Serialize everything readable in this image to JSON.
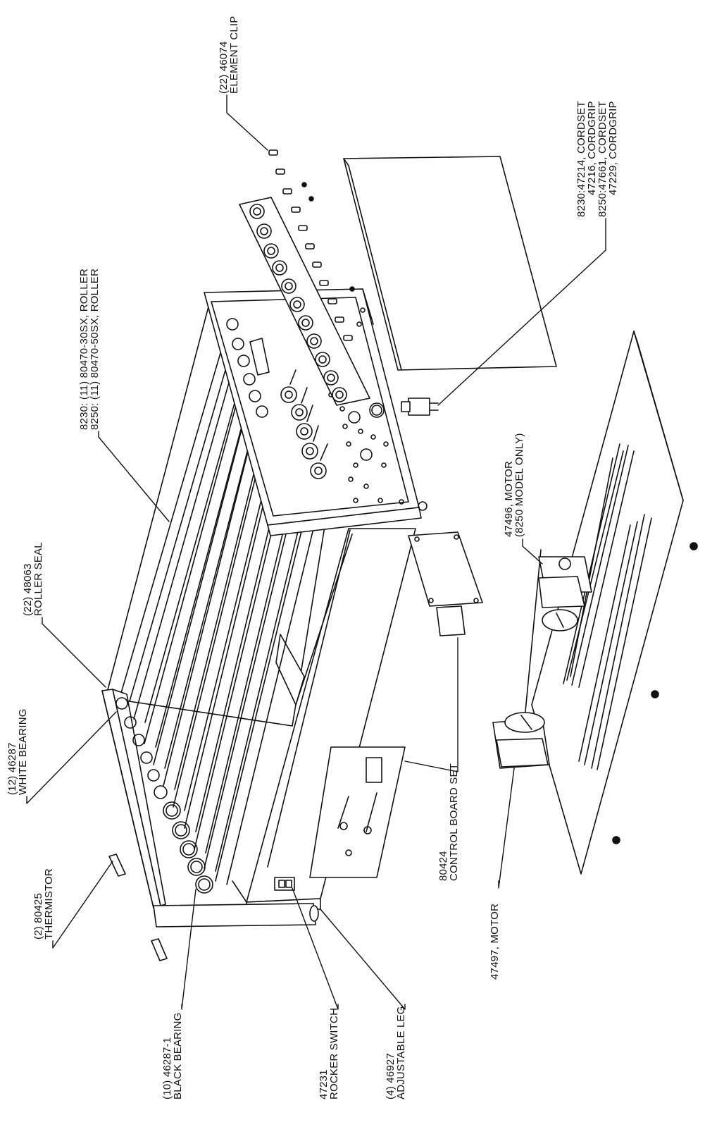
{
  "diagram": {
    "callouts": [
      {
        "id": "element_clip",
        "lines": [
          "(22) 46074",
          "ELEMENT CLIP"
        ]
      },
      {
        "id": "cordset",
        "lines": [
          "8230:47214, CORDSET",
          "47216, CORDGRIP",
          "8250:47661, CORDSET",
          "47229, CORDGRIP"
        ]
      },
      {
        "id": "roller",
        "lines": [
          "8230: (11) 80470-30SX, ROLLER",
          "8250: (11) 80470-50SX, ROLLER"
        ]
      },
      {
        "id": "roller_seal",
        "lines": [
          "(22) 48063",
          "ROLLER SEAL"
        ]
      },
      {
        "id": "motor_8250",
        "lines": [
          "47496, MOTOR",
          "(8250 MODEL ONLY)"
        ]
      },
      {
        "id": "white_bearing",
        "lines": [
          "(12) 46287",
          "WHITE BEARING"
        ]
      },
      {
        "id": "thermistor",
        "lines": [
          "(2) 80425",
          "THERMISTOR"
        ]
      },
      {
        "id": "control_board",
        "lines": [
          "80424",
          "CONTROL BOARD SET"
        ]
      },
      {
        "id": "motor",
        "lines": [
          "47497, MOTOR"
        ]
      },
      {
        "id": "black_bearing",
        "lines": [
          "(10) 46287-1",
          "BLACK BEARING"
        ]
      },
      {
        "id": "rocker_switch",
        "lines": [
          "47231",
          "ROCKER SWITCH"
        ]
      },
      {
        "id": "adjustable_leg",
        "lines": [
          "(4) 46927",
          "ADJUSTABLE LEG"
        ]
      }
    ]
  }
}
